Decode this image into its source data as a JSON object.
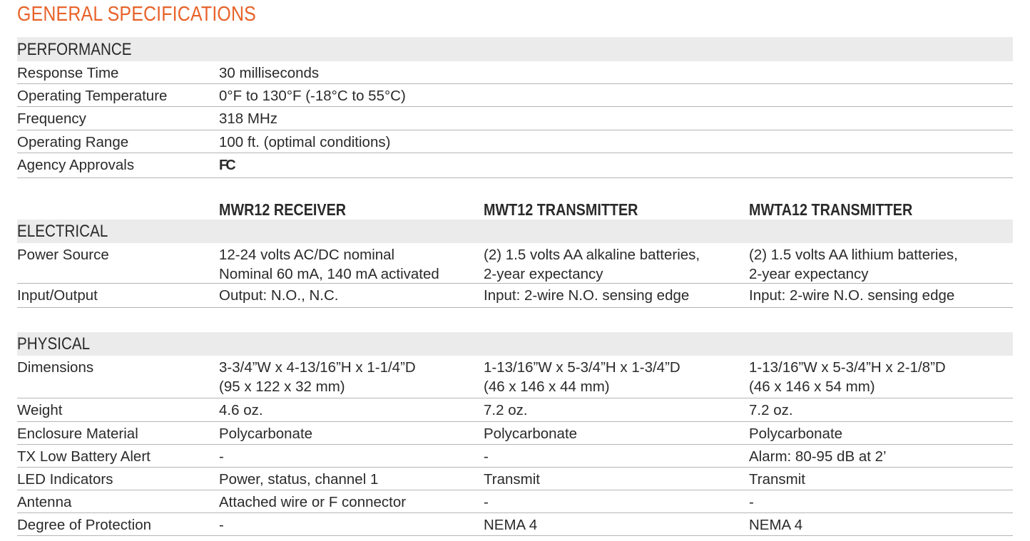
{
  "title": "GENERAL SPECIFICATIONS",
  "performance": {
    "heading": "PERFORMANCE",
    "rows": [
      {
        "label": "Response Time",
        "value": "30 milliseconds"
      },
      {
        "label": "Operating Temperature",
        "value": "0°F to 130°F (-18°C to 55°C)"
      },
      {
        "label": "Frequency",
        "value": "318 MHz"
      },
      {
        "label": "Operating Range",
        "value": "100 ft. (optimal conditions)"
      },
      {
        "label": "Agency Approvals",
        "value": "FC",
        "icon": "fcc-logo-icon"
      }
    ]
  },
  "models": [
    "MWR12 RECEIVER",
    "MWT12 TRANSMITTER",
    "MWTA12 TRANSMITTER"
  ],
  "electrical": {
    "heading": "ELECTRICAL",
    "rows": [
      {
        "label": "Power Source",
        "values": [
          [
            "12-24 volts AC/DC nominal",
            "Nominal 60 mA, 140 mA activated"
          ],
          [
            "(2) 1.5 volts AA alkaline batteries,",
            "2-year expectancy"
          ],
          [
            "(2) 1.5 volts AA lithium batteries,",
            "2-year expectancy"
          ]
        ]
      },
      {
        "label": "Input/Output",
        "values": [
          [
            "Output: N.O., N.C."
          ],
          [
            "Input: 2-wire N.O. sensing edge"
          ],
          [
            "Input: 2-wire N.O. sensing edge"
          ]
        ]
      }
    ]
  },
  "physical": {
    "heading": "PHYSICAL",
    "rows": [
      {
        "label": "Dimensions",
        "values": [
          [
            "3-3/4”W x 4-13/16”H x 1-1/4”D",
            "(95 x 122 x 32 mm)"
          ],
          [
            "1-13/16”W x 5-3/4”H x 1-3/4”D",
            "(46 x 146 x 44 mm)"
          ],
          [
            "1-13/16”W x 5-3/4”H x 2-1/8”D",
            "(46 x 146 x 54 mm)"
          ]
        ]
      },
      {
        "label": "Weight",
        "values": [
          [
            "4.6 oz."
          ],
          [
            "7.2 oz."
          ],
          [
            "7.2 oz."
          ]
        ]
      },
      {
        "label": "Enclosure Material",
        "values": [
          [
            "Polycarbonate"
          ],
          [
            "Polycarbonate"
          ],
          [
            "Polycarbonate"
          ]
        ]
      },
      {
        "label": "TX Low Battery Alert",
        "values": [
          [
            "-"
          ],
          [
            "-"
          ],
          [
            "Alarm: 80-95 dB at 2’"
          ]
        ]
      },
      {
        "label": "LED Indicators",
        "values": [
          [
            "Power, status, channel 1"
          ],
          [
            "Transmit"
          ],
          [
            "Transmit"
          ]
        ]
      },
      {
        "label": "Antenna",
        "values": [
          [
            "Attached wire or F connector"
          ],
          [
            "-"
          ],
          [
            "-"
          ]
        ]
      },
      {
        "label": "Degree of Protection",
        "values": [
          [
            "-"
          ],
          [
            "NEMA 4"
          ],
          [
            "NEMA 4"
          ]
        ]
      }
    ]
  },
  "colors": {
    "title": "#e8622a",
    "section_bg": "#ebebeb",
    "rule": "#b5b5b5"
  }
}
